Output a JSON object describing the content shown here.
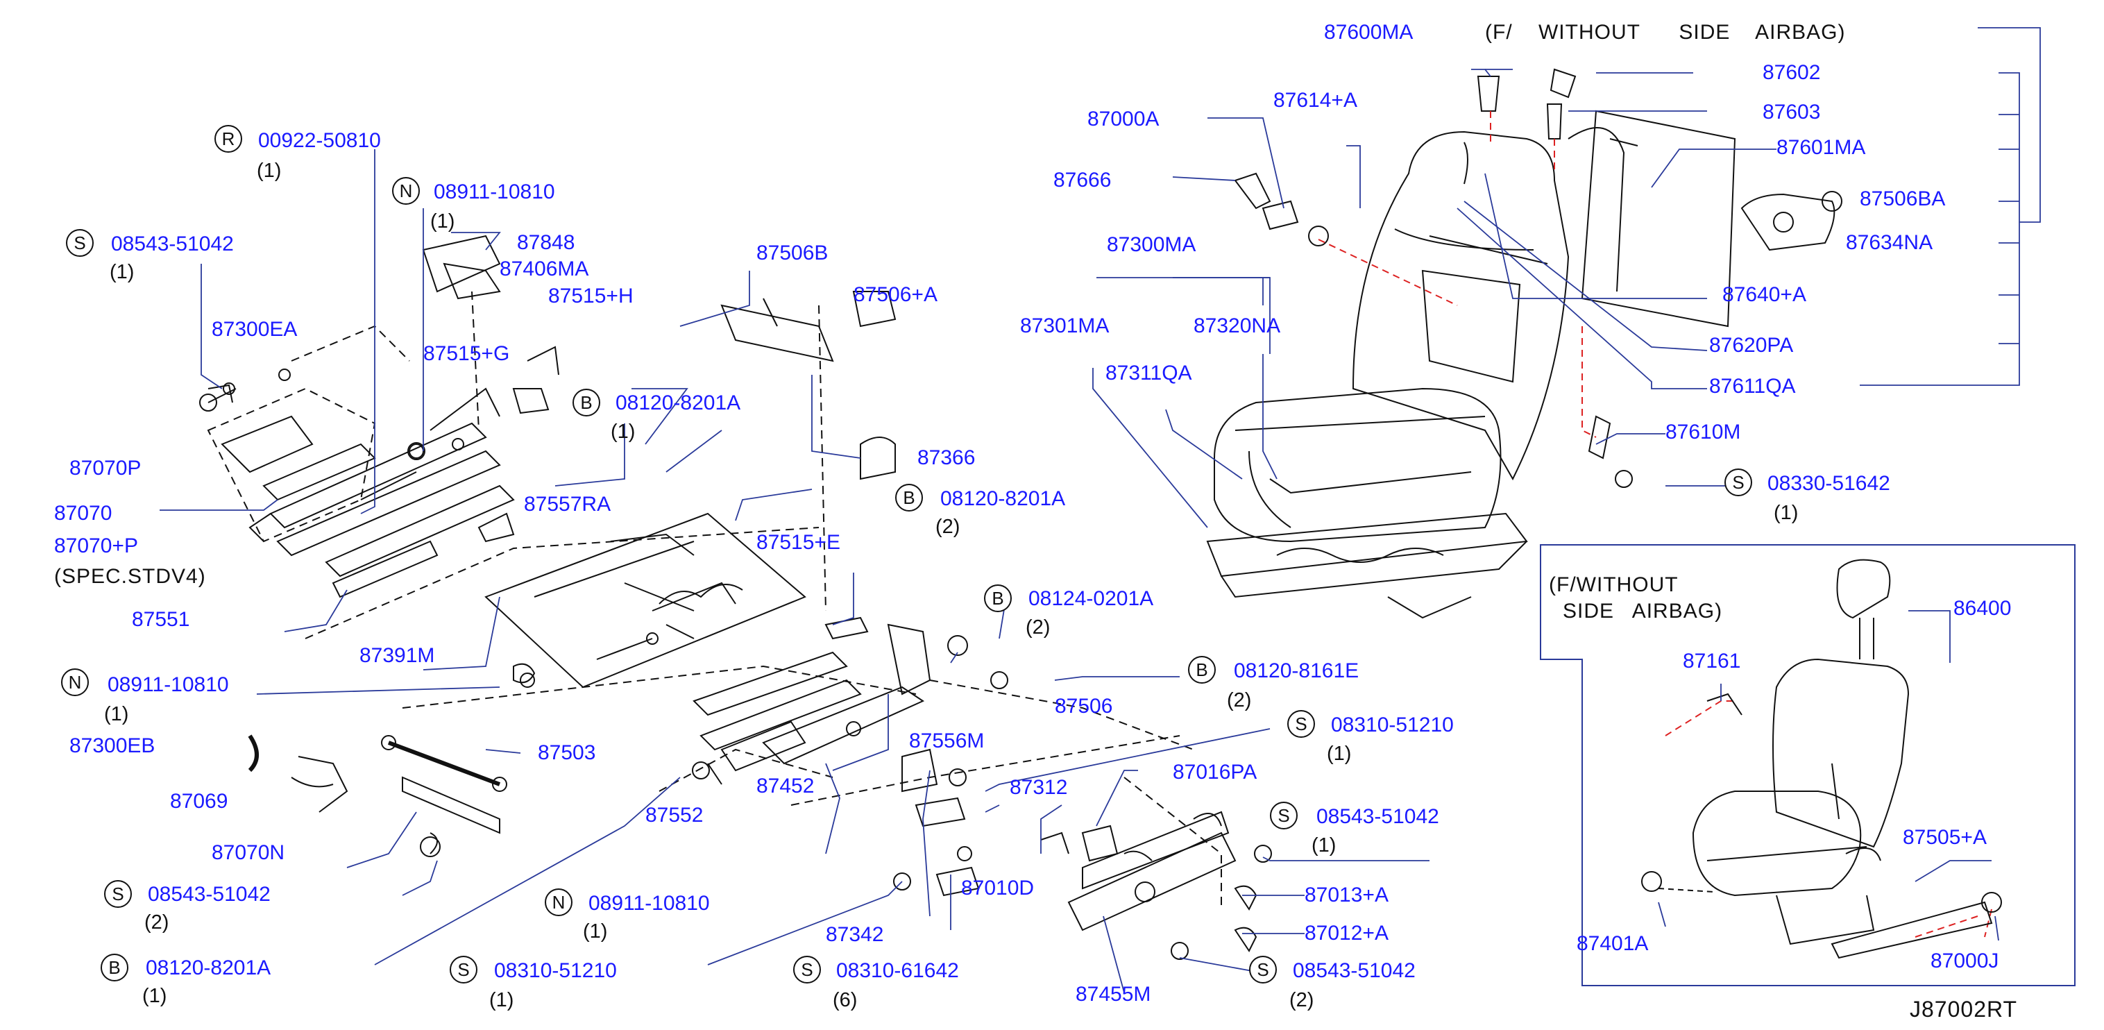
{
  "diagram": {
    "code": "J87002RT",
    "inset_note_line1": "(F/WITHOUT",
    "inset_note_line2": "SIDE AIRBAG)",
    "top_note": "(F/    WITHOUT      SIDE    AIRBAG)",
    "spec_note": "(SPEC.STDV4)",
    "symbols": {
      "R": "R",
      "N": "N",
      "S": "S",
      "B": "B"
    },
    "parts": {
      "p00922_50810": "00922-50810",
      "p08911_10810": "08911-10810",
      "p08543_51042": "08543-51042",
      "p87848": "87848",
      "p87406MA": "87406MA",
      "p87515H": "87515+H",
      "p87300EA": "87300EA",
      "p87515G": "87515+G",
      "p08120_8201A": "08120-8201A",
      "p87070P": "87070P",
      "p87070": "87070",
      "p87070P2": "87070+P",
      "p87557RA": "87557RA",
      "p87551": "87551",
      "p87391M": "87391M",
      "p87300EB": "87300EB",
      "p87503": "87503",
      "p87069": "87069",
      "p87070N": "87070N",
      "p87552": "87552",
      "p87506B": "87506B",
      "p87506A": "87506+A",
      "p87366": "87366",
      "p87515E": "87515+E",
      "p08124_0201A": "08124-0201A",
      "p08120_8161E": "08120-8161E",
      "p87506": "87506",
      "p08310_51210": "08310-51210",
      "p87556M": "87556M",
      "p87452": "87452",
      "p87312": "87312",
      "p87016PA": "87016PA",
      "p87342": "87342",
      "p87010D": "87010D",
      "p87013A": "87013+A",
      "p87012A": "87012+A",
      "p08310_61642": "08310-61642",
      "p87455M": "87455M",
      "p87600MA": "87600MA",
      "p87602": "87602",
      "p87603": "87603",
      "p87601MA": "87601MA",
      "p87000A": "87000A",
      "p87614A": "87614+A",
      "p87666": "87666",
      "p87506BA": "87506BA",
      "p87634NA": "87634NA",
      "p87300MA": "87300MA",
      "p87640A": "87640+A",
      "p87301MA": "87301MA",
      "p87320NA": "87320NA",
      "p87620PA": "87620PA",
      "p87311QA": "87311QA",
      "p87611QA": "87611QA",
      "p87610M": "87610M",
      "p08330_51642": "08330-51642",
      "p86400": "86400",
      "p87161": "87161",
      "p87505A": "87505+A",
      "p87401A": "87401A",
      "p87000J": "87000J"
    },
    "qty": {
      "one": "(1)",
      "two": "(2)",
      "six": "(6)"
    }
  }
}
